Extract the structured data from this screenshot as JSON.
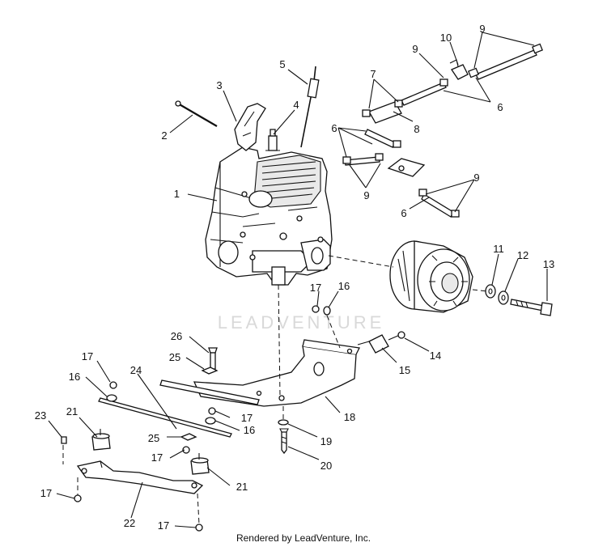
{
  "watermark": "LEADVENTURE",
  "footer": "Rendered by LeadVenture, Inc.",
  "callouts": [
    {
      "id": "1",
      "part": "engine"
    },
    {
      "id": "2",
      "part": "pin"
    },
    {
      "id": "3",
      "part": "handle"
    },
    {
      "id": "4",
      "part": "spark-plug"
    },
    {
      "id": "5",
      "part": "cable"
    },
    {
      "id": "6",
      "part": "fuel-line"
    },
    {
      "id": "7",
      "part": "clamp"
    },
    {
      "id": "8",
      "part": "fuel-filter"
    },
    {
      "id": "9",
      "part": "hose-clamp"
    },
    {
      "id": "10",
      "part": "fuel-valve"
    },
    {
      "id": "11",
      "part": "washer"
    },
    {
      "id": "12",
      "part": "lock-washer"
    },
    {
      "id": "13",
      "part": "bolt"
    },
    {
      "id": "14",
      "part": "nut"
    },
    {
      "id": "15",
      "part": "rubber-mount"
    },
    {
      "id": "16",
      "part": "washer"
    },
    {
      "id": "17",
      "part": "nut"
    },
    {
      "id": "18",
      "part": "engine-plate"
    },
    {
      "id": "19",
      "part": "washer"
    },
    {
      "id": "20",
      "part": "screw"
    },
    {
      "id": "21",
      "part": "rubber-mount"
    },
    {
      "id": "22",
      "part": "mount-bracket"
    },
    {
      "id": "23",
      "part": "screw"
    },
    {
      "id": "24",
      "part": "strap"
    },
    {
      "id": "25",
      "part": "nut"
    },
    {
      "id": "26",
      "part": "bolt"
    }
  ]
}
